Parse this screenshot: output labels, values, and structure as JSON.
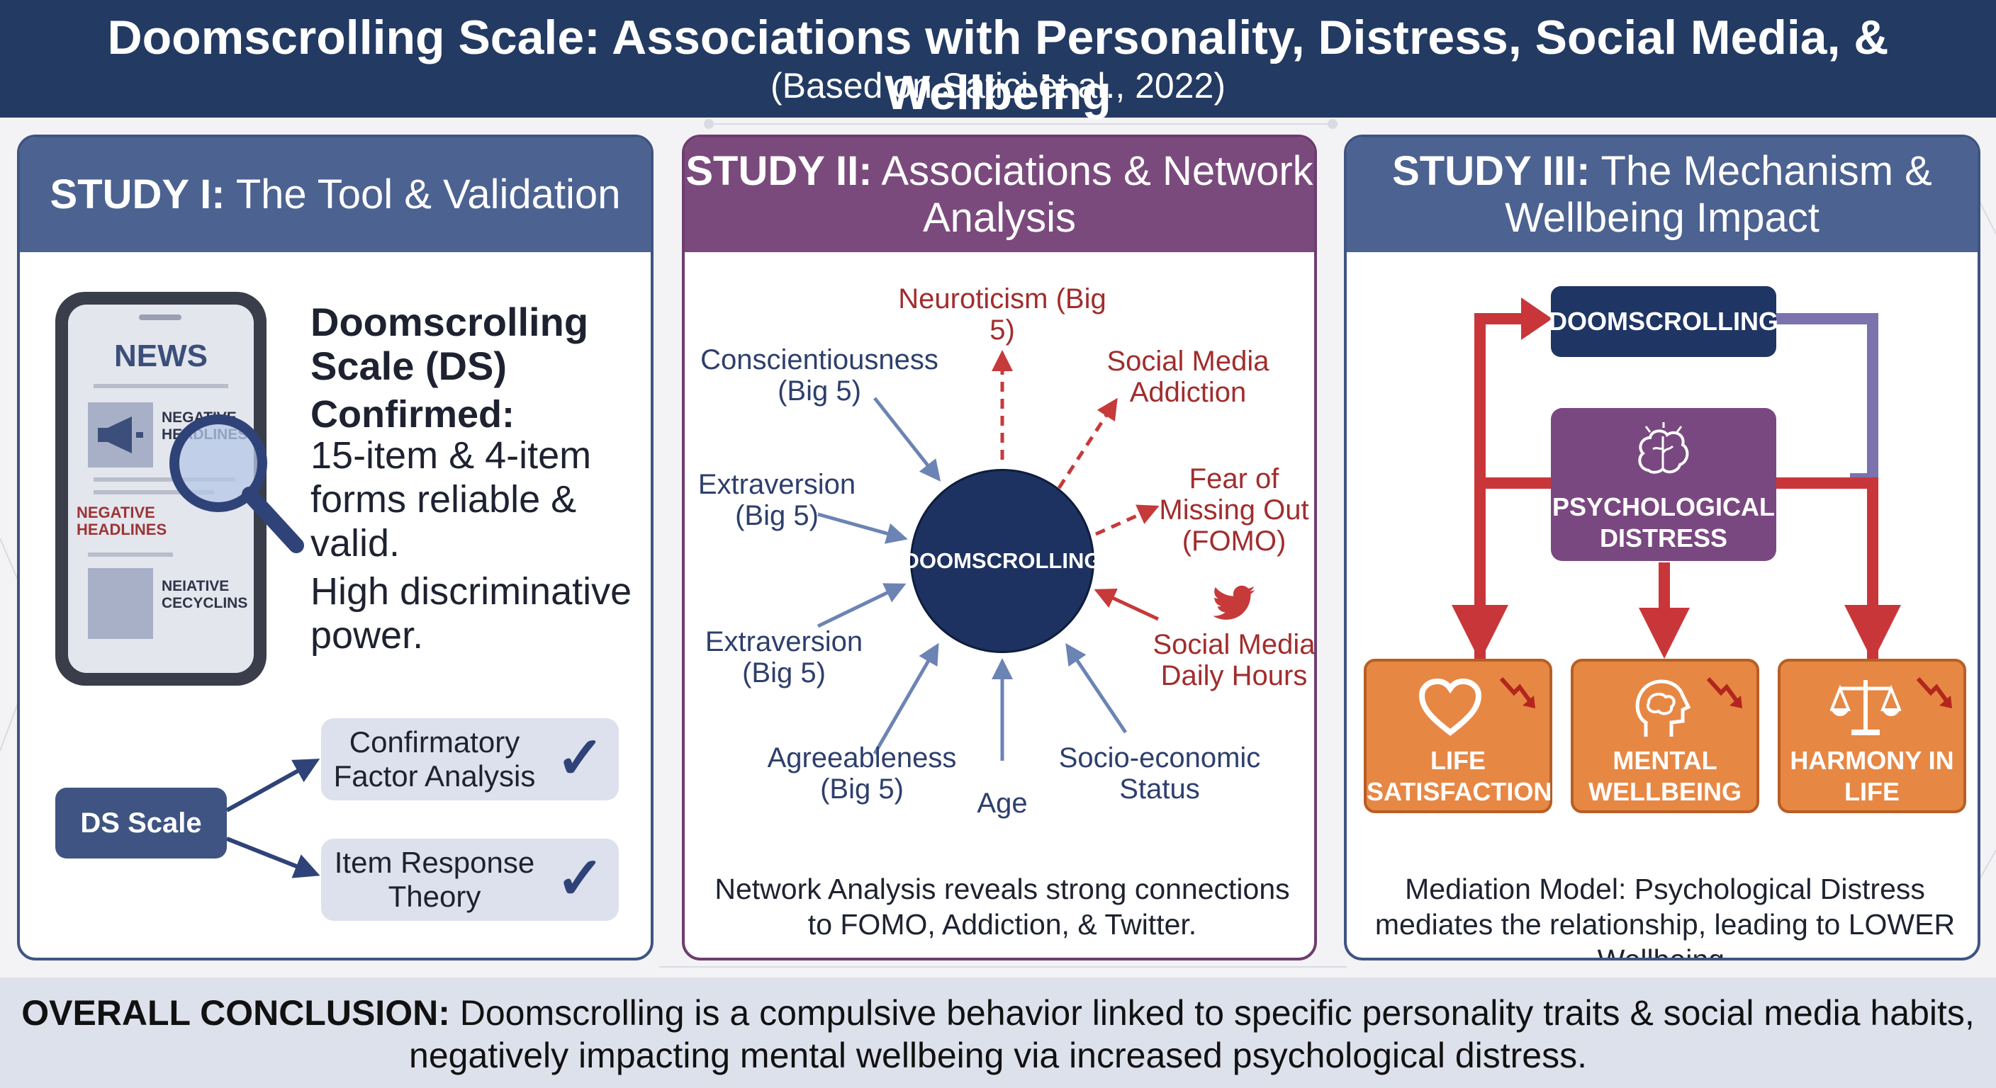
{
  "header": {
    "title": "Doomscrolling Scale: Associations with Personality, Distress, Social Media, & Wellbeing",
    "subtitle": "(Based on Satici et al., 2022)"
  },
  "study1": {
    "head_bold": "STUDY I:",
    "head_rest": " The Tool & Validation",
    "phone": {
      "news": "NEWS",
      "item1": "NEGATIVE HEADLINES",
      "item2": "NEGATIVE HEADLINES",
      "item3": "NEIATIVE CECYCLINS"
    },
    "ds_title": "Doomscrolling Scale (DS)",
    "confirmed_label": "Confirmed:",
    "confirmed_text": "15-item & 4-item forms reliable & valid.",
    "power_text": "High discriminative power.",
    "ds_node": "DS Scale",
    "methods": [
      "Confirmatory Factor Analysis",
      "Item Response Theory"
    ]
  },
  "study2": {
    "head_bold": "STUDY II:",
    "head_rest": " Associations & Network Analysis",
    "hub": "DOOMSCROLLING",
    "labels": {
      "neuroticism": "Neuroticism (Big 5)",
      "sm_addiction": "Social Media Addiction",
      "fomo": "Fear of Missing Out (FOMO)",
      "sm_hours": "Social Media Daily Hours",
      "ses": "Socio-economic Status",
      "age": "Age",
      "agreeableness": "Agreeableness (Big 5)",
      "extraversion_low": "Extraversion (Big 5)",
      "extraversion_high": "Extraversion (Big 5)",
      "conscientiousness": "Conscientiousness (Big 5)"
    },
    "caption": "Network Analysis reveals strong connections to FOMO, Addiction, & Twitter."
  },
  "study3": {
    "head_bold": "STUDY III:",
    "head_rest": " The Mechanism & Wellbeing Impact",
    "doomscrolling": "DOOMSCROLLING",
    "distress": "PSYCHOLOGICAL DISTRESS",
    "outcomes": [
      "LIFE SATISFACTION",
      "MENTAL WELLBEING",
      "HARMONY IN LIFE"
    ],
    "caption": "Mediation Model: Psychological Distress mediates the relationship, leading to LOWER Wellbeing."
  },
  "footer": {
    "label": "OVERALL CONCLUSION:",
    "text": " Doomscrolling is a compulsive behavior linked to specific personality traits & social media habits, negatively impacting mental wellbeing via increased psychological distress."
  },
  "colors": {
    "header": "#233a62",
    "study_blue": "#4c6291",
    "study_purple": "#7b4a7d",
    "hub": "#1d3260",
    "arrow_blue": "#6c84b4",
    "arrow_red": "#c63a3a",
    "outcome_orange": "#e78744",
    "footer": "#dde1ec"
  }
}
